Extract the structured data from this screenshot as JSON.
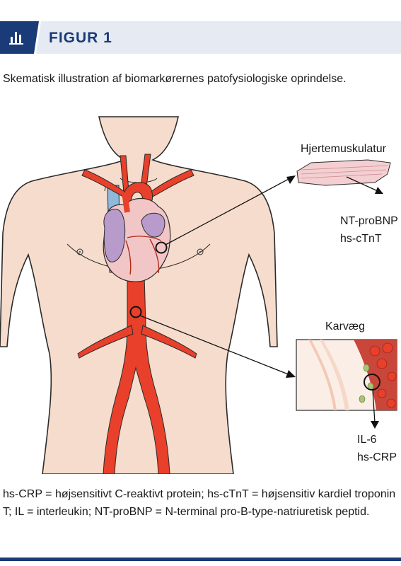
{
  "header": {
    "title": "FIGUR 1",
    "accent_color": "#1a3a78",
    "icon": "bar-chart-icon"
  },
  "caption": "Skematisk illustration af biomarkørernes patofysiologiske oprindelse.",
  "figure": {
    "labels": {
      "muscle": "Hjertemuskulatur",
      "nt_probnp": "NT-proBNP",
      "hs_ctnt": "hs-cTnT",
      "vessel_wall": "Karvæg",
      "il6": "IL-6",
      "hs_crp": "hs-CRP"
    },
    "colors": {
      "skin": "#f6dccc",
      "artery": "#e8402a",
      "vein": "#8fb8da",
      "heart": "#f2c6c6",
      "atrium": "#b89acb"
    }
  },
  "footnote": "hs-CRP = højsensitivt C-reaktivt protein; hs-cTnT = højsensitiv kardiel troponin T; IL = interleukin; NT-proBNP = N-terminal pro-B-type-natriuretisk peptid."
}
